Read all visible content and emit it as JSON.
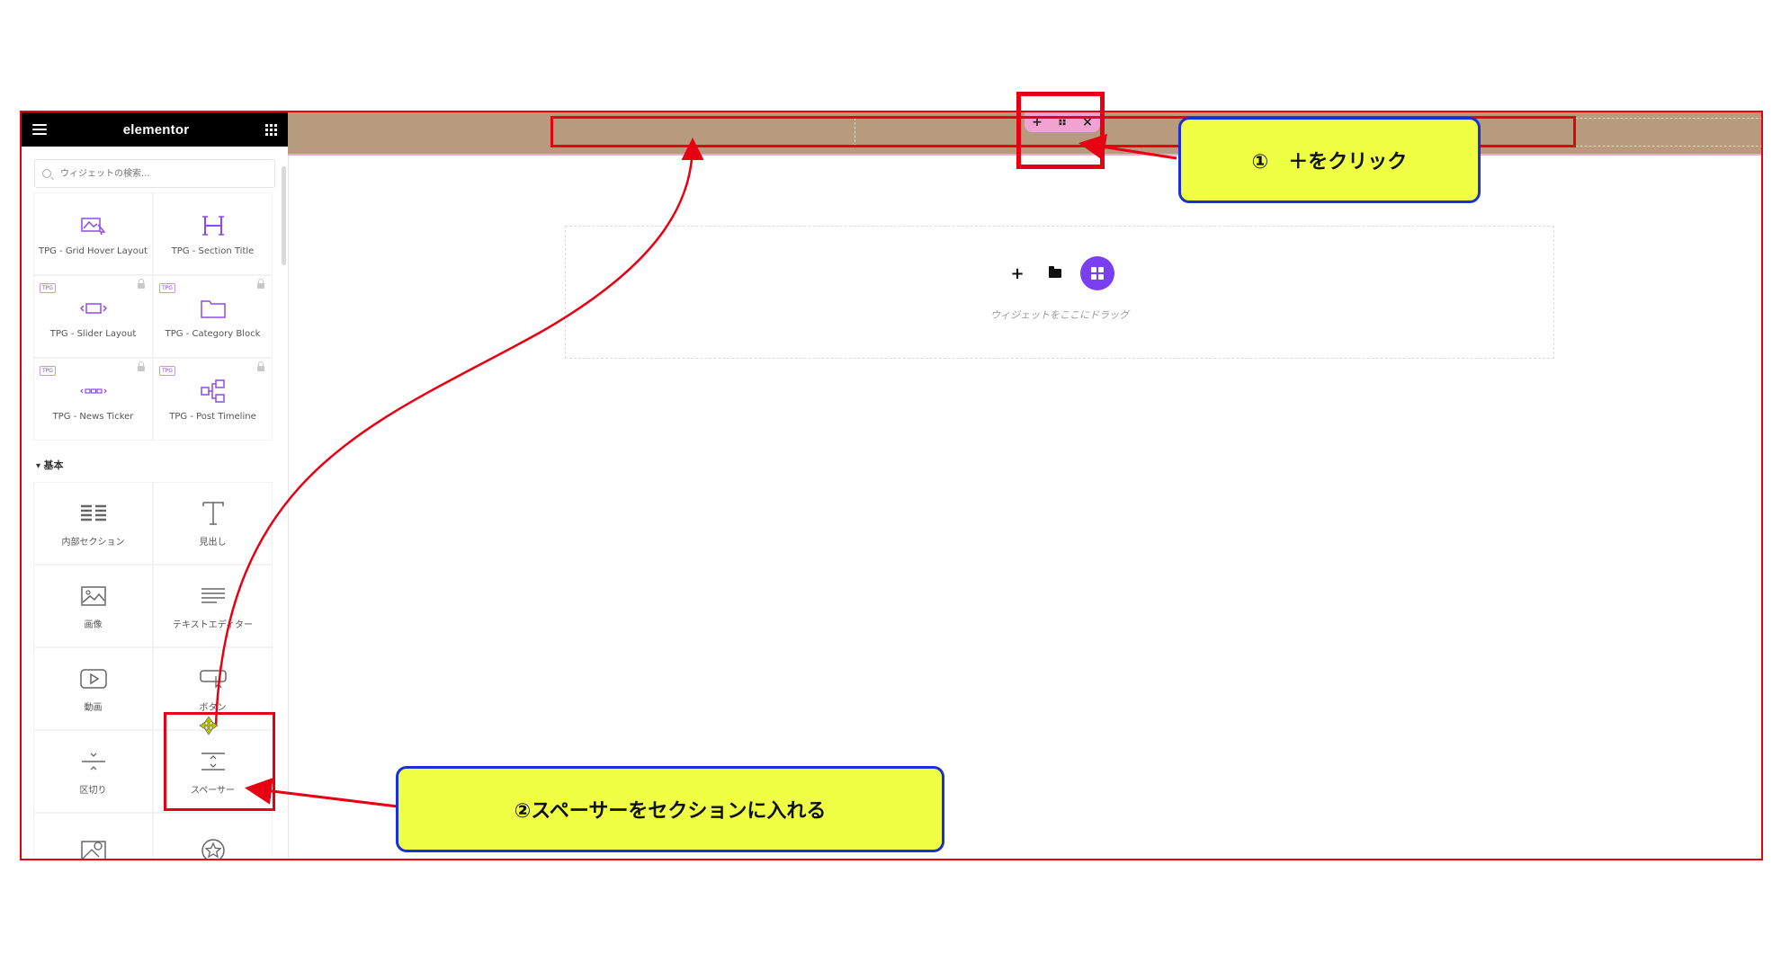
{
  "sidebar": {
    "logo": "elementor",
    "search_placeholder": "ウィジェットの検索...",
    "widgets_top": [
      {
        "label": "TPG - Grid Hover Layout",
        "badge": "",
        "locked": false,
        "icon": "grid-hover-icon"
      },
      {
        "label": "TPG - Section Title",
        "badge": "",
        "locked": false,
        "icon": "section-title-icon"
      },
      {
        "label": "TPG - Slider Layout",
        "badge": "TPG",
        "locked": true,
        "icon": "slider-icon"
      },
      {
        "label": "TPG - Category Block",
        "badge": "TPG",
        "locked": true,
        "icon": "folder-icon"
      },
      {
        "label": "TPG - News Ticker",
        "badge": "TPG",
        "locked": true,
        "icon": "ticker-icon"
      },
      {
        "label": "TPG - Post Timeline",
        "badge": "TPG",
        "locked": true,
        "icon": "timeline-icon"
      }
    ],
    "category": "基本",
    "widgets_basic": [
      {
        "label": "内部セクション",
        "icon": "inner-section-icon"
      },
      {
        "label": "見出し",
        "icon": "heading-icon"
      },
      {
        "label": "画像",
        "icon": "image-icon"
      },
      {
        "label": "テキストエディター",
        "icon": "text-editor-icon"
      },
      {
        "label": "動画",
        "icon": "video-icon"
      },
      {
        "label": "ボタン",
        "icon": "button-icon"
      },
      {
        "label": "区切り",
        "icon": "divider-icon"
      },
      {
        "label": "スペーサー",
        "icon": "spacer-icon"
      },
      {
        "label": "",
        "icon": "map-icon"
      },
      {
        "label": "",
        "icon": "star-icon"
      }
    ]
  },
  "canvas": {
    "handle": {
      "add": "+",
      "move": "⠿",
      "close": "×"
    },
    "dropzone_text": "ウィジェットをここにドラッグ",
    "band_color": "#b69b7d",
    "accent": "#7b3ff2"
  },
  "annotations": {
    "callout_1": "①　＋をクリック",
    "callout_2": "②スペーサーをセクションに入れる"
  }
}
